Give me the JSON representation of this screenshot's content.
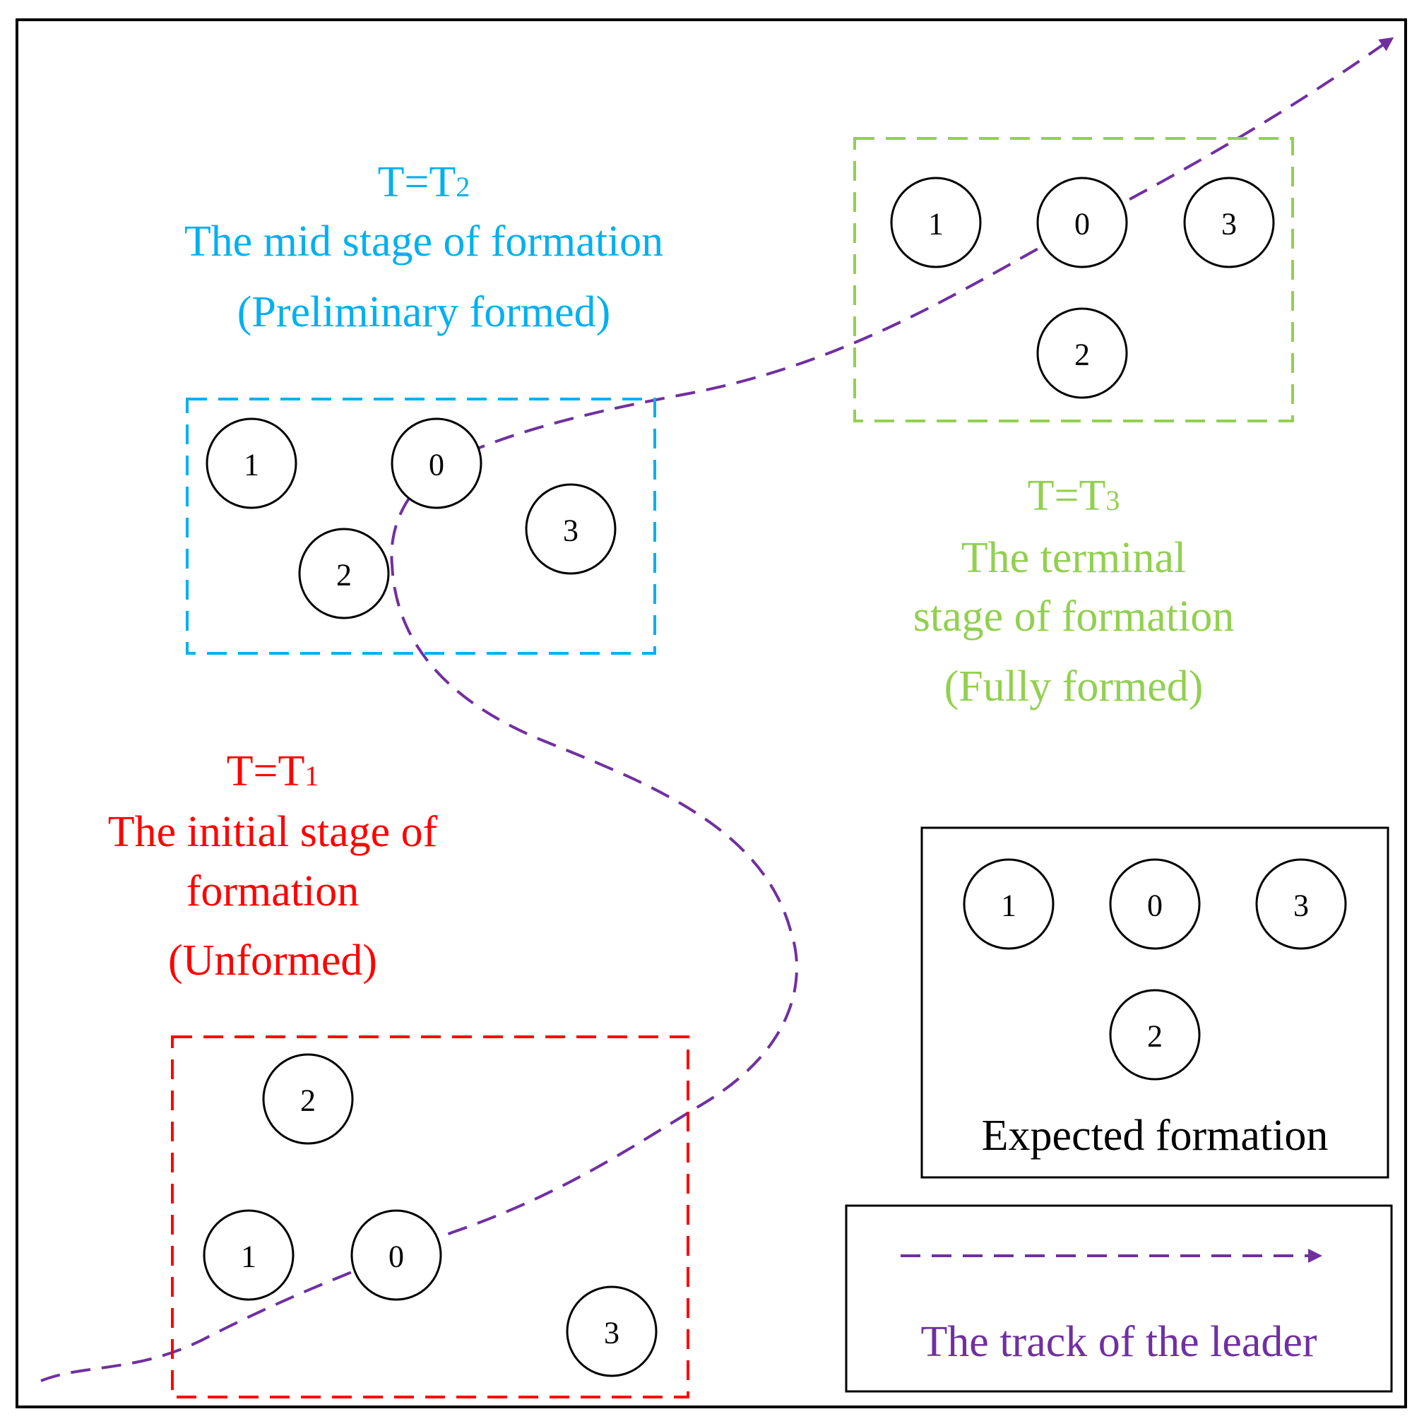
{
  "colors": {
    "t1": "#ff0000",
    "t2": "#00b0f0",
    "t3": "#92d050",
    "track": "#7030a0",
    "ink": "#000000"
  },
  "stage_t2": {
    "time": "T=T",
    "sub": "2",
    "title": "The mid stage of formation",
    "status": "(Preliminary formed)"
  },
  "stage_t3": {
    "time": "T=T",
    "sub": "3",
    "title_line1": "The terminal",
    "title_line2": "stage of formation",
    "status": "(Fully formed)"
  },
  "stage_t1": {
    "time": "T=T",
    "sub": "1",
    "title_line1": "The initial stage of",
    "title_line2": "formation",
    "status": "(Unformed)"
  },
  "agents": {
    "a0": "0",
    "a1": "1",
    "a2": "2",
    "a3": "3"
  },
  "legend": {
    "expected_label": "Expected formation",
    "track_label": "The track of the leader"
  }
}
